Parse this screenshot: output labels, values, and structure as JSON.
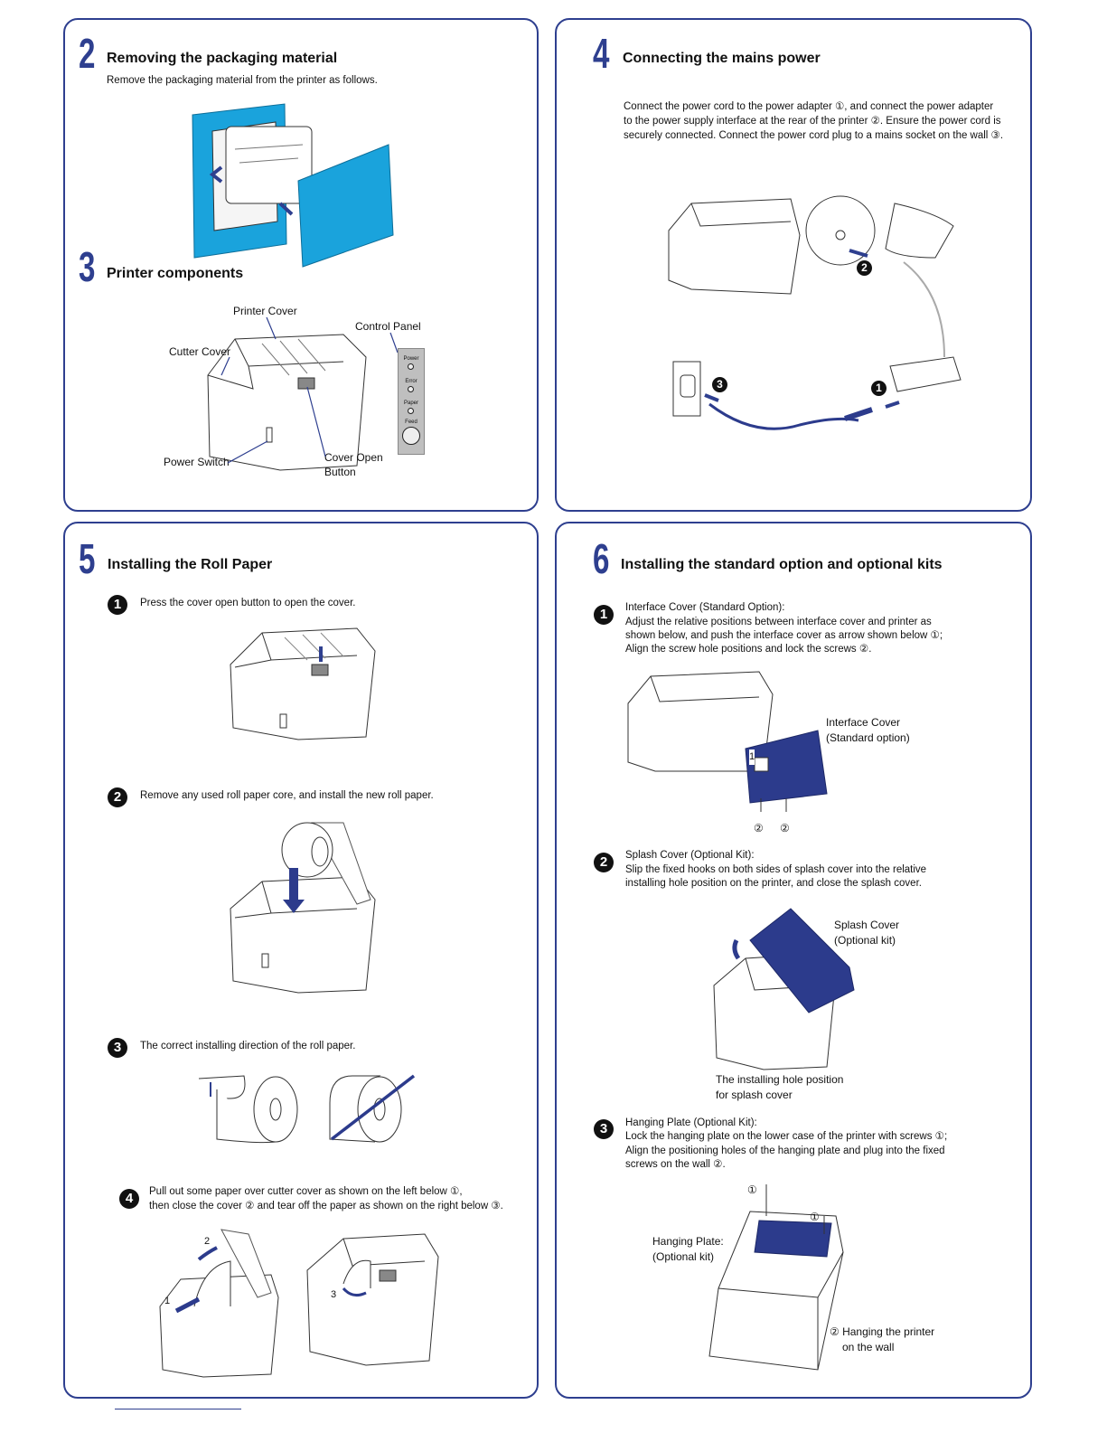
{
  "colors": {
    "accent_blue": "#2e3f8f",
    "packaging_cyan": "#1aa3dc",
    "cover_blue": "#2c3b8c"
  },
  "s2": {
    "num": "2",
    "title": "Removing the packaging material",
    "desc": "Remove the packaging material from the printer as follows."
  },
  "s3": {
    "num": "3",
    "title": "Printer components",
    "labels": {
      "printer_cover": "Printer Cover",
      "control_panel": "Control Panel",
      "cutter_cover": "Cutter Cover",
      "power_switch": "Power Switch",
      "cover_open_1": "Cover Open",
      "cover_open_2": "Button"
    },
    "panel": {
      "power": "Power",
      "error": "Error",
      "paper": "Paper",
      "feed": "Feed"
    }
  },
  "s4": {
    "num": "4",
    "title": "Connecting the mains power",
    "desc_1": "Connect the power cord to the power adapter ①, and connect the power adapter",
    "desc_2": "to the power supply interface at the rear of the printer ②. Ensure the power cord is",
    "desc_3": "securely connected. Connect the power cord plug to a mains socket on the wall ③.",
    "markers": [
      "1",
      "2",
      "3"
    ]
  },
  "s5": {
    "num": "5",
    "title": "Installing the Roll Paper",
    "step1": {
      "n": "1",
      "text": "Press the cover open button to open the cover."
    },
    "step2": {
      "n": "2",
      "text": "Remove any used roll paper core, and install the new roll paper."
    },
    "step3": {
      "n": "3",
      "text": "The correct installing direction of the roll paper."
    },
    "step4": {
      "n": "4",
      "text_1": "Pull out some paper over cutter cover as shown on the left below ①,",
      "text_2": "then close the cover ② and tear off the paper as shown on the right below ③."
    },
    "callouts": [
      "1",
      "2",
      "3"
    ]
  },
  "s6": {
    "num": "6",
    "title": "Installing the standard option and optional kits",
    "step1": {
      "n": "1",
      "l1": "Interface Cover (Standard Option):",
      "l2": "Adjust the relative positions between interface cover and printer as",
      "l3": "shown below, and push the interface cover as arrow shown below ①;",
      "l4": "Align the screw hole positions and lock the screws ②.",
      "label_1": "Interface Cover",
      "label_2": "(Standard option)",
      "marks": [
        "1",
        "②",
        "②"
      ]
    },
    "step2": {
      "n": "2",
      "l1": "Splash Cover (Optional Kit):",
      "l2": "Slip the fixed hooks on both sides of splash cover into the relative",
      "l3": "installing hole position on the printer, and close the splash cover.",
      "label_1": "Splash Cover",
      "label_2": "(Optional kit)",
      "hole_1": "The installing hole position",
      "hole_2": "for splash cover"
    },
    "step3": {
      "n": "3",
      "l1": "Hanging Plate (Optional Kit):",
      "l2": "Lock the hanging plate on the lower case of the printer with screws ①;",
      "l3": "Align the positioning holes of the hanging plate and plug into the fixed",
      "l4": "screws on the wall ②.",
      "plate_1": "Hanging Plate:",
      "plate_2": "(Optional kit)",
      "hang_1": "② Hanging the printer",
      "hang_2": "on the wall",
      "marks": [
        "①",
        "①"
      ]
    }
  }
}
